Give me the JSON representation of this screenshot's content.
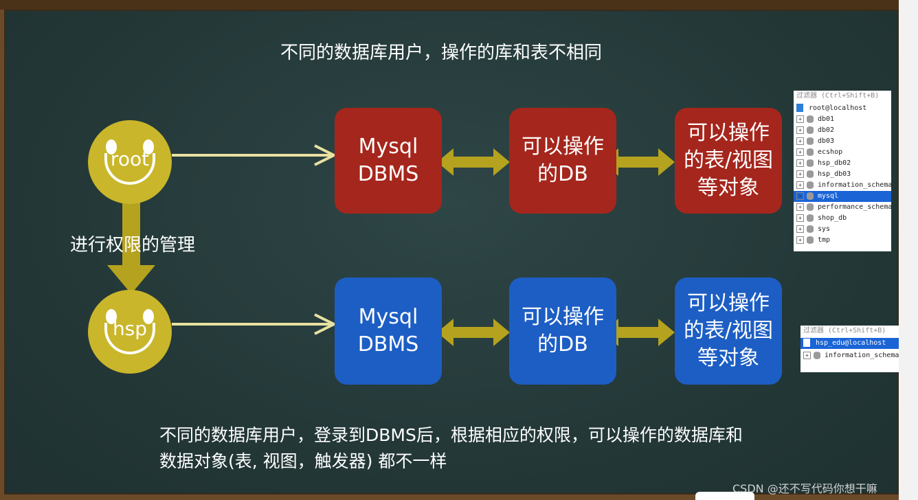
{
  "title": "不同的数据库用户，操作的库和表不相同",
  "manage_label": "进行权限的管理",
  "bottom_line1": "不同的数据库用户，登录到DBMS后，根据相应的权限，可以操作的数据库和",
  "bottom_line2": "数据对象(表, 视图，触发器) 都不一样",
  "watermark": "CSDN @还不写代码你想干嘛",
  "users": [
    {
      "name": "root"
    },
    {
      "name": "hsp"
    }
  ],
  "rows": [
    {
      "dbms_line1": "Mysql",
      "dbms_line2": "DBMS",
      "db_line1": "可以操作",
      "db_line2": "的DB",
      "obj_line1": "可以操作",
      "obj_line2": "的表/视图",
      "obj_line3": "等对象"
    },
    {
      "dbms_line1": "Mysql",
      "dbms_line2": "DBMS",
      "db_line1": "可以操作",
      "db_line2": "的DB",
      "obj_line1": "可以操作",
      "obj_line2": "的表/视图",
      "obj_line3": "等对象"
    }
  ],
  "root_panel": {
    "header": "过滤器 (Ctrl+Shift+B)",
    "connection": "root@localhost",
    "databases": [
      "db01",
      "db02",
      "db03",
      "ecshop",
      "hsp_db02",
      "hsp_db03",
      "information_schema",
      "mysql",
      "performance_schema",
      "shop_db",
      "sys",
      "tmp"
    ],
    "selected": "mysql"
  },
  "hsp_panel": {
    "header": "过滤器 (Ctrl+Shift+B)",
    "connection": "hsp_edu@localhost",
    "databases": [
      "information_schema"
    ]
  },
  "colors": {
    "board": "#243838",
    "user_face": "#c9b62a",
    "arrow": "#b5a21f",
    "line": "#e8e2a0",
    "red_box": "#a5261c",
    "blue_box": "#1d5ec4"
  }
}
